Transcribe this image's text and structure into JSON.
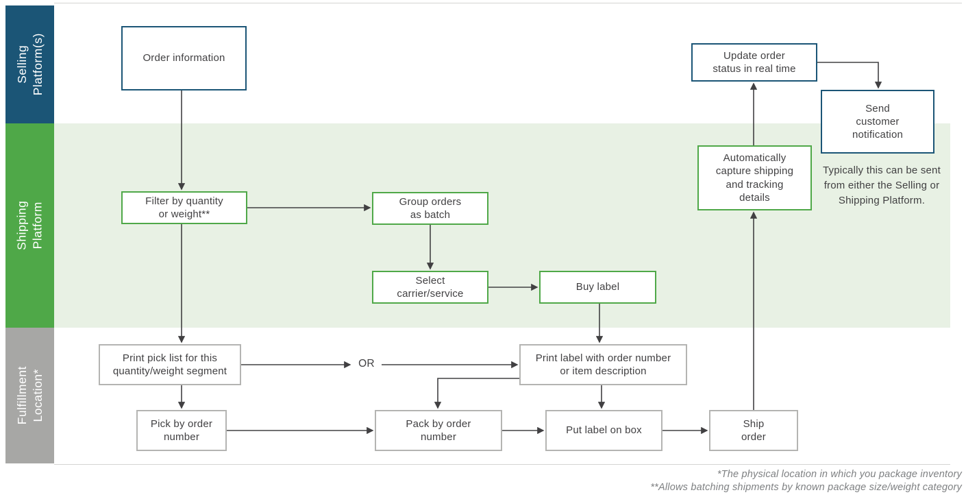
{
  "colors": {
    "blue": "#1b5576",
    "green": "#4fa848",
    "lane-shipping-bg": "#e8f1e4",
    "gray-band": "#a7a7a5",
    "gray-border": "#b4b4b2",
    "ink": "#414042"
  },
  "lanes": [
    {
      "id": "selling",
      "label": "Selling\nPlatform(s)"
    },
    {
      "id": "shipping",
      "label": "Shipping\nPlatform"
    },
    {
      "id": "fulfillment",
      "label": "Fulfillment\nLocation*"
    }
  ],
  "nodes": [
    {
      "id": "order-information",
      "lane": "selling",
      "label": "Order information"
    },
    {
      "id": "filter-by-quantity-or-weight",
      "lane": "shipping",
      "label": "Filter by quantity\nor weight**"
    },
    {
      "id": "group-orders-as-batch",
      "lane": "shipping",
      "label": "Group orders\nas batch"
    },
    {
      "id": "select-carrier-service",
      "lane": "shipping",
      "label": "Select\ncarrier/service"
    },
    {
      "id": "buy-label",
      "lane": "shipping",
      "label": "Buy label"
    },
    {
      "id": "automatically-capture-shipping",
      "lane": "shipping",
      "label": "Automatically\ncapture shipping\nand tracking\ndetails"
    },
    {
      "id": "update-order-status",
      "lane": "selling",
      "label": "Update order\nstatus in real time"
    },
    {
      "id": "send-customer-notification",
      "lane": "selling",
      "label": "Send\ncustomer\nnotification"
    },
    {
      "id": "print-pick-list",
      "lane": "fulfillment",
      "label": "Print pick list for this\nquantity/weight segment"
    },
    {
      "id": "print-label-order-number",
      "lane": "fulfillment",
      "label": "Print label with order number\nor item description"
    },
    {
      "id": "pick-by-order-number",
      "lane": "fulfillment",
      "label": "Pick by order\nnumber"
    },
    {
      "id": "pack-by-order-number",
      "lane": "fulfillment",
      "label": "Pack by order\nnumber"
    },
    {
      "id": "put-label-on-box",
      "lane": "fulfillment",
      "label": "Put label on box"
    },
    {
      "id": "ship-order",
      "lane": "fulfillment",
      "label": "Ship\norder"
    }
  ],
  "edges": [
    {
      "from": "order-information",
      "to": "filter-by-quantity-or-weight"
    },
    {
      "from": "filter-by-quantity-or-weight",
      "to": "group-orders-as-batch"
    },
    {
      "from": "group-orders-as-batch",
      "to": "select-carrier-service"
    },
    {
      "from": "select-carrier-service",
      "to": "buy-label"
    },
    {
      "from": "buy-label",
      "to": "print-label-order-number"
    },
    {
      "from": "filter-by-quantity-or-weight",
      "to": "print-pick-list"
    },
    {
      "from": "print-pick-list",
      "to": "print-label-order-number",
      "via": "OR"
    },
    {
      "from": "print-pick-list",
      "to": "pick-by-order-number"
    },
    {
      "from": "print-label-order-number",
      "to": "pack-by-order-number"
    },
    {
      "from": "print-label-order-number",
      "to": "put-label-on-box"
    },
    {
      "from": "pick-by-order-number",
      "to": "pack-by-order-number"
    },
    {
      "from": "pack-by-order-number",
      "to": "put-label-on-box"
    },
    {
      "from": "put-label-on-box",
      "to": "ship-order"
    },
    {
      "from": "ship-order",
      "to": "automatically-capture-shipping"
    },
    {
      "from": "automatically-capture-shipping",
      "to": "update-order-status"
    },
    {
      "from": "update-order-status",
      "to": "send-customer-notification"
    }
  ],
  "or_label": "OR",
  "annotation": "Typically this can be sent\nfrom either the Selling or\nShipping Platform.",
  "footnotes": [
    "*The physical location in which you package inventory",
    "**Allows batching shipments by known package size/weight category"
  ]
}
